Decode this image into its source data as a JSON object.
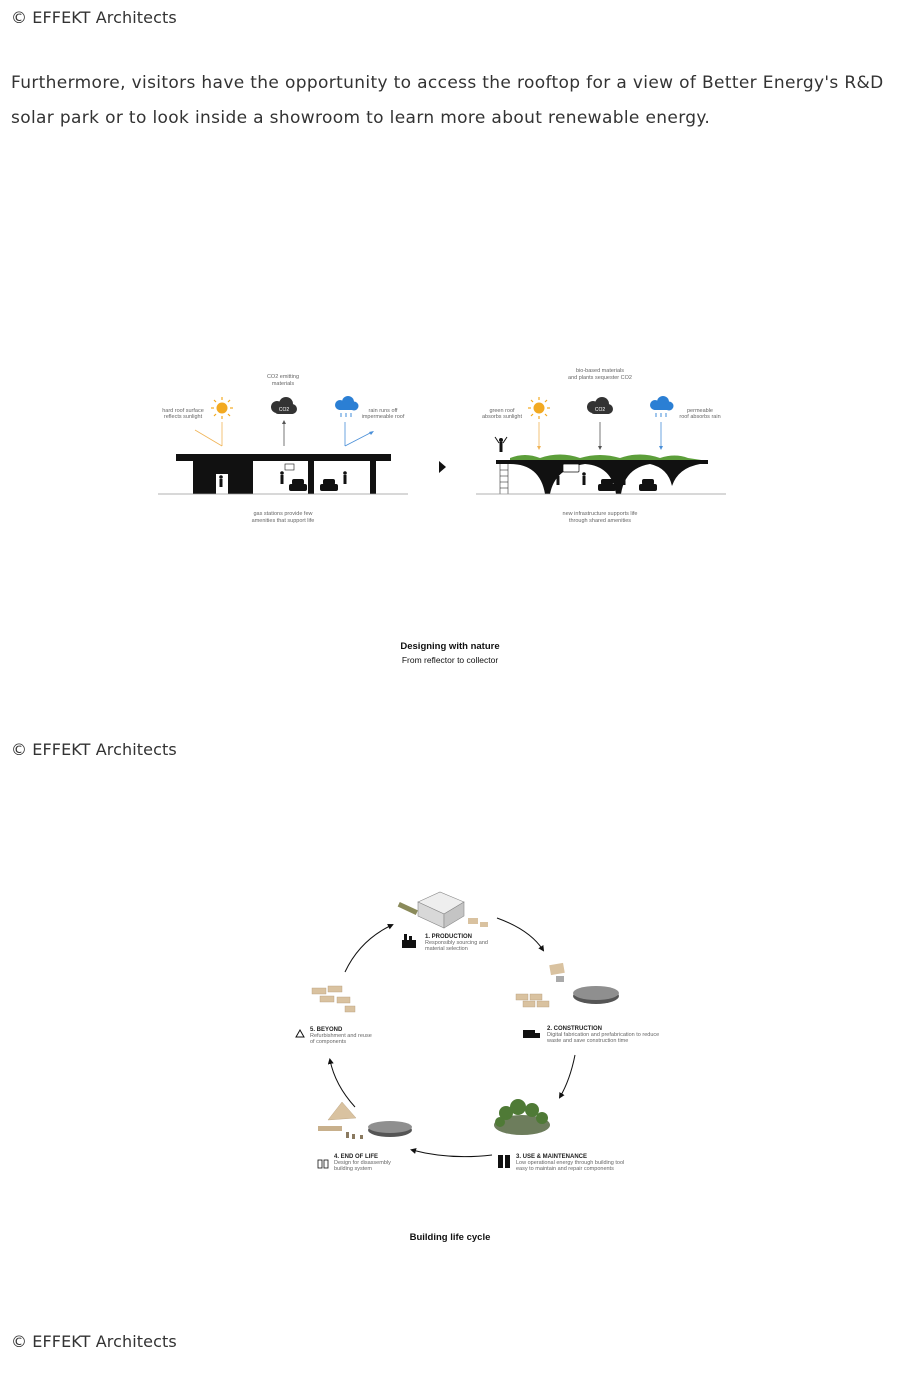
{
  "credits": [
    "© EFFEKT Architects",
    "© EFFEKT Architects",
    "© EFFEKT Architects"
  ],
  "paragraph": "Furthermore, visitors have the opportunity to access the rooftop for a view of Better Energy's R&D solar park or to look inside a showroom to learn more about renewable energy.",
  "figure1": {
    "title": "Designing with nature",
    "subtitle": "From reflector to collector",
    "left": {
      "top_label_1": "CO2 emitting",
      "top_label_2": "materials",
      "sun_label_1": "hard roof surface",
      "sun_label_2": "reflects sunlight",
      "rain_label_1": "rain runs off",
      "rain_label_2": "impermeable roof",
      "bottom_label_1": "gas stations provide few",
      "bottom_label_2": "amenities that support life"
    },
    "right": {
      "top_label_1": "bio-based materials",
      "top_label_2": "and plants sequester CO2",
      "sun_label_1": "green roof",
      "sun_label_2": "absorbs sunlight",
      "rain_label_1": "permeable",
      "rain_label_2": "roof absorbs rain",
      "bottom_label_1": "new infrastructure supports life",
      "bottom_label_2": "through shared amenities"
    }
  },
  "figure2": {
    "title": "Building life cycle",
    "stages": [
      {
        "label": "1. PRODUCTION",
        "desc_1": "Responsibly sourcing and",
        "desc_2": "material selection"
      },
      {
        "label": "2. CONSTRUCTION",
        "desc_1": "Digital fabrication and prefabrication to reduce",
        "desc_2": "waste and save construction time"
      },
      {
        "label": "3. USE & MAINTENANCE",
        "desc_1": "Low operational energy through building tool",
        "desc_2": "easy to maintain and repair components"
      },
      {
        "label": "4. END OF LIFE",
        "desc_1": "Design for disassembly",
        "desc_2": "building system"
      },
      {
        "label": "5. BEYOND",
        "desc_1": "Refurbishment and reuse",
        "desc_2": "of components"
      }
    ]
  },
  "colors": {
    "text": "#333333",
    "sun": "#f2a921",
    "rain": "#2b7fd4",
    "structure": "#111111",
    "green_roof": "#5c9e3a",
    "arrow_sun": "#f0b457",
    "arrow_rain": "#4a8fd8"
  }
}
